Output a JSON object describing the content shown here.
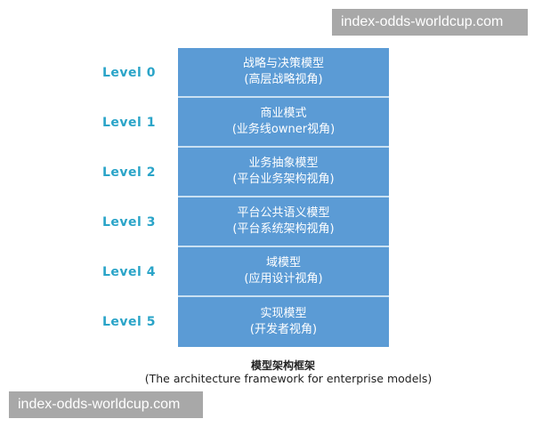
{
  "watermarks": {
    "top": "index-odds-worldcup.com",
    "bottom": "index-odds-worldcup.com"
  },
  "colors": {
    "block_fill": "#5b9bd5",
    "block_separator": "#c9e0f2",
    "level_label": "#2aa4c8"
  },
  "levels": [
    {
      "label": "Level 0",
      "title": "战略与决策模型",
      "subtitle": "(高层战略视角)"
    },
    {
      "label": "Level 1",
      "title": "商业模式",
      "subtitle": "(业务线owner视角)"
    },
    {
      "label": "Level 2",
      "title": "业务抽象模型",
      "subtitle": "(平台业务架构视角)"
    },
    {
      "label": "Level 3",
      "title": "平台公共语义模型",
      "subtitle": "(平台系统架构视角)"
    },
    {
      "label": "Level 4",
      "title": "域模型",
      "subtitle": "(应用设计视角)"
    },
    {
      "label": "Level 5",
      "title": "实现模型",
      "subtitle": "(开发者视角)"
    }
  ],
  "caption": {
    "chinese": "模型架构框架",
    "english": "(The architecture framework for enterprise models)"
  }
}
